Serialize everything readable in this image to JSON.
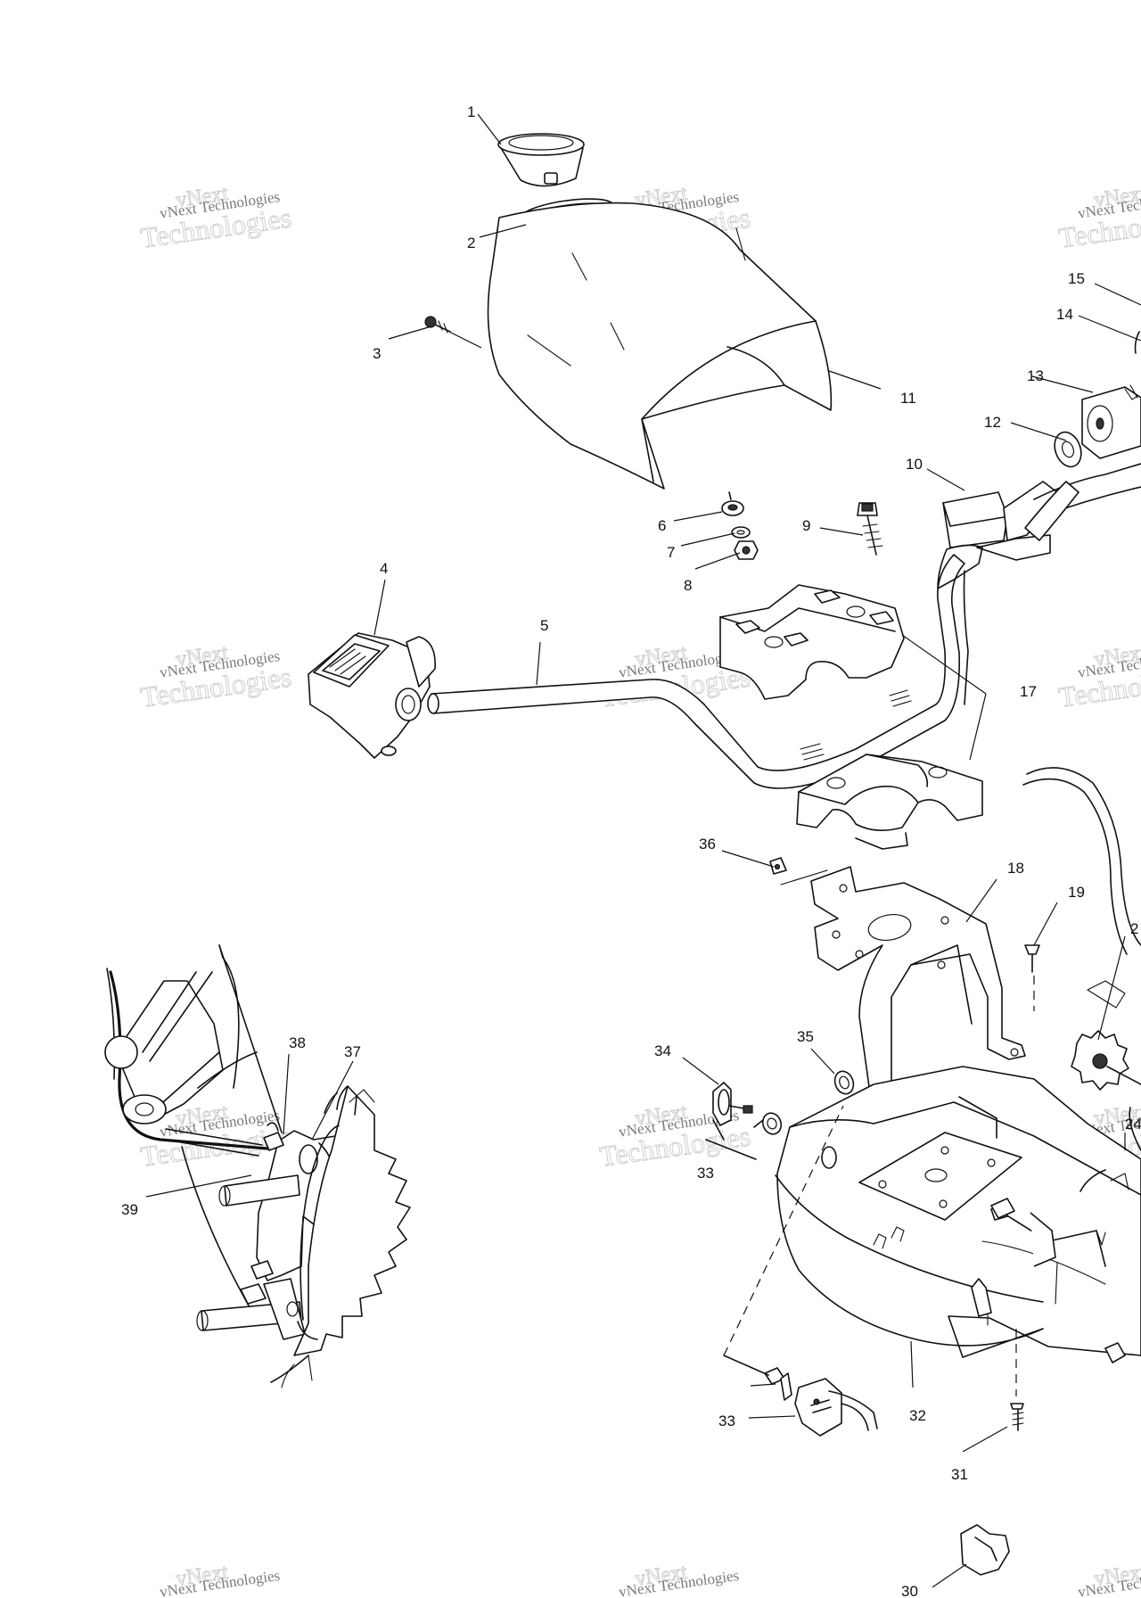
{
  "watermark": {
    "brand": "vNext Technologies",
    "small": "vNext",
    "big": "Technologies"
  },
  "labels": [
    "1",
    "2",
    "3",
    "4",
    "5",
    "6",
    "7",
    "8",
    "9",
    "10",
    "11",
    "12",
    "13",
    "14",
    "15",
    "17",
    "18",
    "19",
    "2",
    "30",
    "31",
    "32",
    "33",
    "33",
    "34",
    "35",
    "36",
    "37",
    "38",
    "39",
    "24"
  ]
}
